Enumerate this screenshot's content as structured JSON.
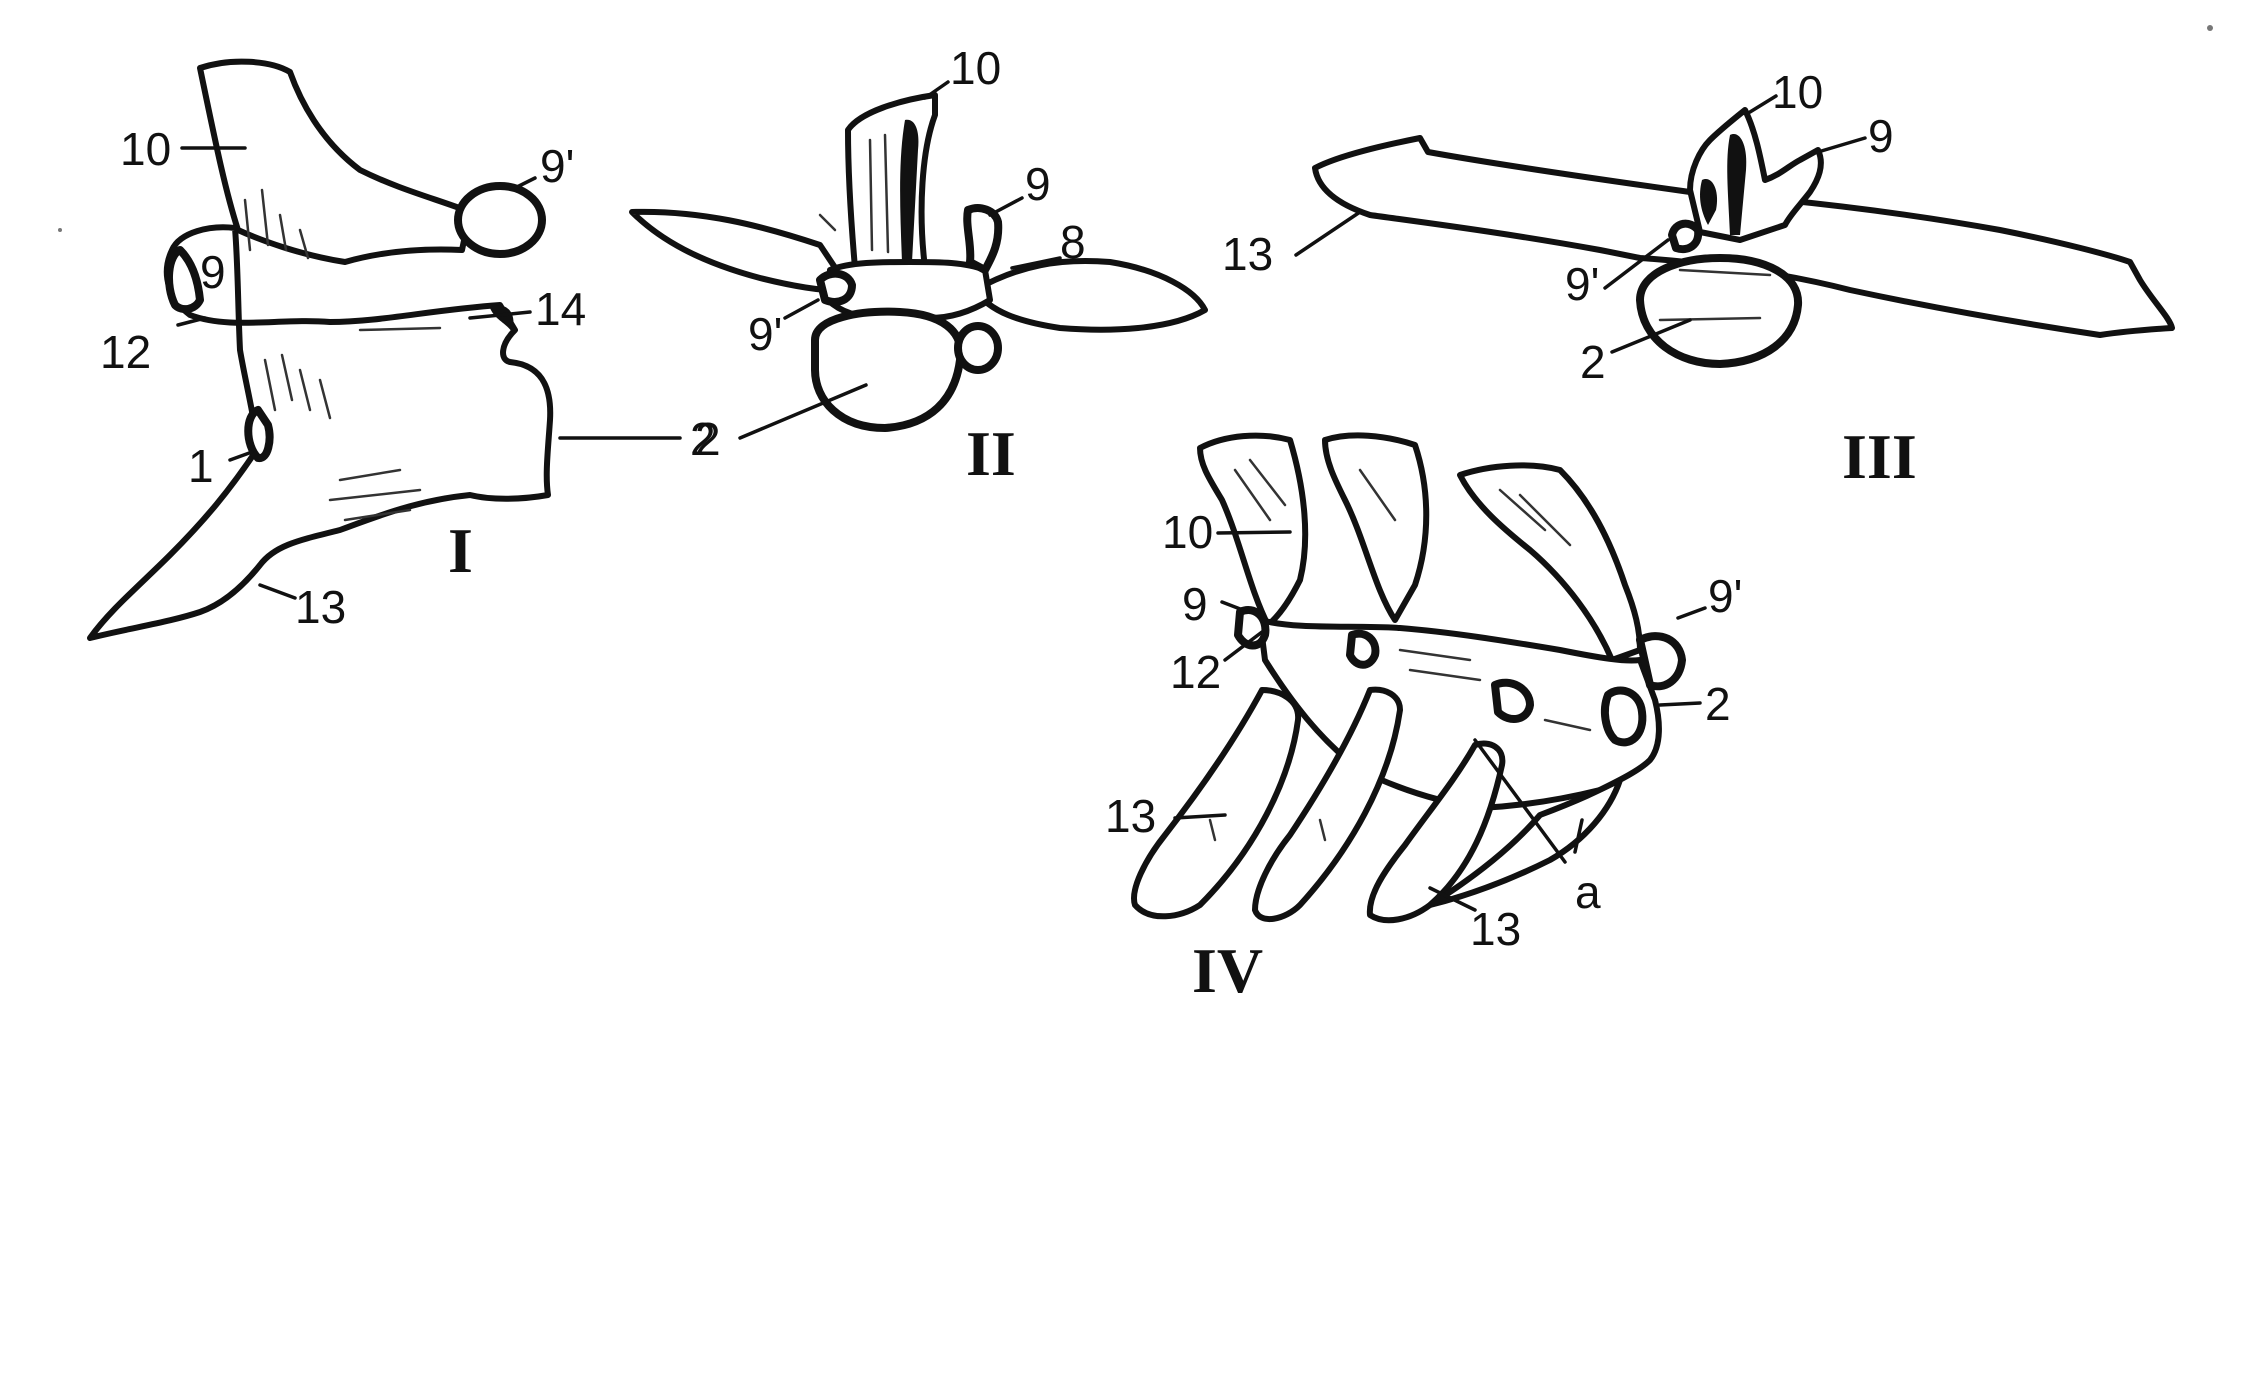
{
  "views": [
    {
      "id": "view-1",
      "numeral": "I"
    },
    {
      "id": "view-2",
      "numeral": "II"
    },
    {
      "id": "view-3",
      "numeral": "III"
    },
    {
      "id": "view-4",
      "numeral": "IV"
    }
  ],
  "labels": {
    "v1": {
      "l10": "10",
      "l9p": "9'",
      "l9": "9",
      "l12": "12",
      "l14": "14",
      "l1": "1",
      "l2": "2",
      "l13": "13"
    },
    "v2": {
      "l10": "10",
      "l9": "9",
      "l8": "8",
      "l9p": "9'",
      "l2": "2"
    },
    "v3": {
      "l10": "10",
      "l9": "9",
      "l13": "13",
      "l9p": "9'",
      "l2": "2"
    },
    "v4": {
      "l10": "10",
      "l9": "9",
      "l12": "12",
      "l9p": "9'",
      "l2": "2",
      "l13a": "13",
      "l13b": "13",
      "la": "a"
    }
  },
  "colors": {
    "ink": "#111111",
    "paper": "#ffffff"
  }
}
